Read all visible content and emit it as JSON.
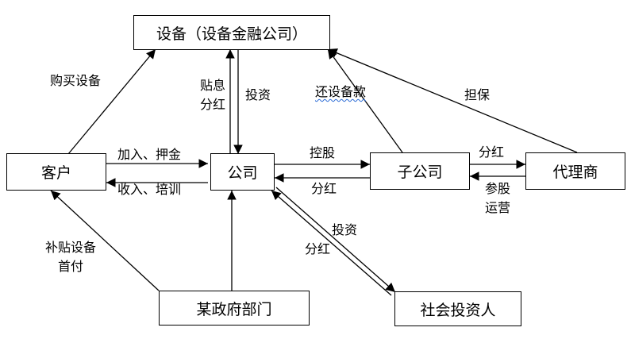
{
  "nodes": {
    "equipment": "设备（设备金融公司）",
    "customer": "客户",
    "company": "公司",
    "subsidiary": "子公司",
    "agent": "代理商",
    "government": "某政府部门",
    "investor": "社会投资人"
  },
  "edges": {
    "buy_equipment": "购买设备",
    "interest_dividend": "贴息分红",
    "invest_top": "投资",
    "repay_equipment": "还设备款",
    "guarantee": "担保",
    "join_deposit": "加入、押金",
    "income_training": "收入、培训",
    "holding": "控股",
    "dividend_sub": "分红",
    "dividend_agent": "分红",
    "participate_operate": "参股运营",
    "subsidy_down_payment": "补贴设备首付",
    "invest_bottom": "投资",
    "dividend_bottom": "分红"
  },
  "colors": {
    "line": "#000000",
    "squiggle": "#2a6bd6",
    "background": "#ffffff"
  }
}
